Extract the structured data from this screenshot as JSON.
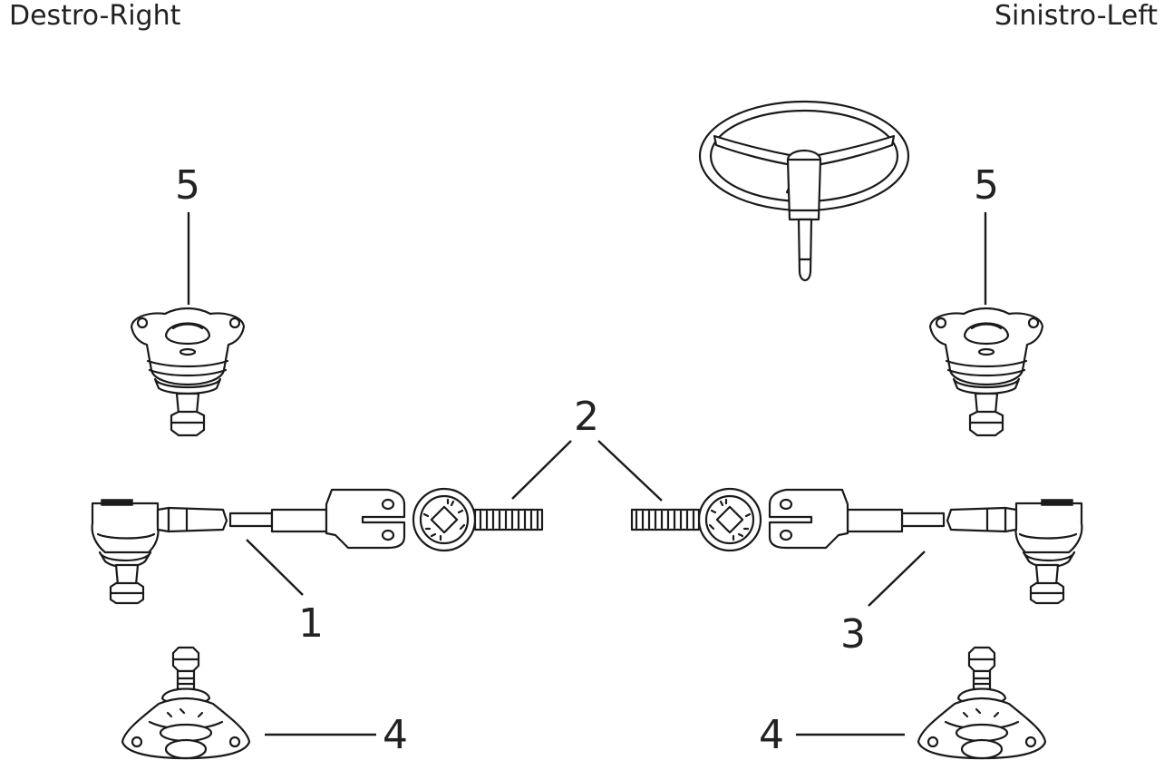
{
  "headers": {
    "right_side": "Destro-Right",
    "left_side": "Sinistro-Left"
  },
  "callouts": {
    "ball_joint_upper_right": "5",
    "ball_joint_upper_left": "5",
    "tie_rod_inner": "2",
    "tie_rod_right": "1",
    "tie_rod_left": "3",
    "ball_joint_lower_right": "4",
    "ball_joint_lower_left": "4"
  },
  "colors": {
    "ink": "#1a1a1a",
    "background": "#ffffff"
  }
}
